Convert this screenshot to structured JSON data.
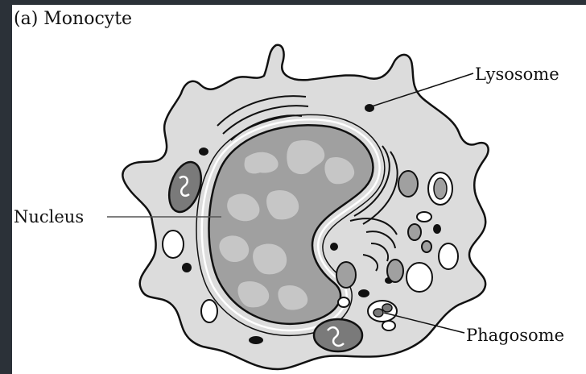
{
  "figure": {
    "title": "(a) Monocyte",
    "labels": {
      "lysosome": "Lysosome",
      "nucleus": "Nucleus",
      "phagosome": "Phagosome"
    }
  },
  "colors": {
    "frame": "#2b3138",
    "background": "#ffffff",
    "cytoplasm": "#dcdcdc",
    "nucleus": "#a0a0a0",
    "chromatin": "#c6c6c6",
    "outline": "#111111"
  },
  "icons": [
    "monocyte-cell-illustration"
  ]
}
